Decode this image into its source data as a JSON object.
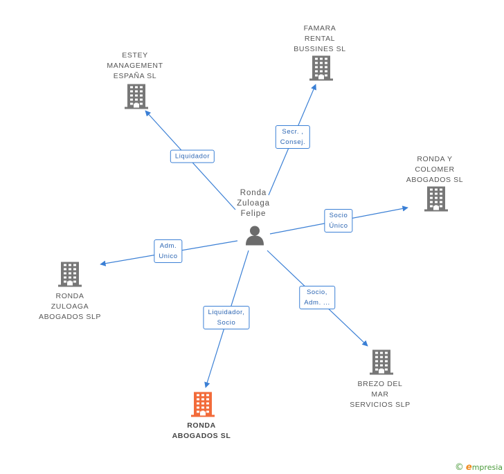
{
  "colors": {
    "edge": "#3a7fd5",
    "building": "#777777",
    "building_main": "#f26b3a",
    "person": "#6b6b6b"
  },
  "person": {
    "lines": [
      "Ronda",
      "Zuloaga",
      "Felipe"
    ],
    "icon": "person-icon"
  },
  "companies": [
    {
      "id": "estey",
      "lines": [
        "ESTEY",
        "MANAGEMENT",
        "ESPAÑA SL"
      ],
      "icon": "building-icon",
      "main": false
    },
    {
      "id": "famara",
      "lines": [
        "FAMARA",
        "RENTAL",
        "BUSSINES  SL"
      ],
      "icon": "building-icon",
      "main": false
    },
    {
      "id": "colomer",
      "lines": [
        "RONDA Y",
        "COLOMER",
        "ABOGADOS SL"
      ],
      "icon": "building-icon",
      "main": false
    },
    {
      "id": "zuloaga",
      "lines": [
        "RONDA",
        "ZULOAGA",
        "ABOGADOS SLP"
      ],
      "icon": "building-icon",
      "main": false
    },
    {
      "id": "brezo",
      "lines": [
        "BREZO DEL",
        "MAR",
        "SERVICIOS SLP"
      ],
      "icon": "building-icon",
      "main": false
    },
    {
      "id": "ronda",
      "lines": [
        "RONDA",
        "ABOGADOS SL"
      ],
      "icon": "building-icon",
      "main": true
    }
  ],
  "edges": [
    {
      "to": "estey",
      "lines": [
        "Liquidador"
      ]
    },
    {
      "to": "famara",
      "lines": [
        "Secr. ,",
        "Consej."
      ]
    },
    {
      "to": "colomer",
      "lines": [
        "Socio",
        "Único"
      ]
    },
    {
      "to": "zuloaga",
      "lines": [
        "Adm.",
        "Unico"
      ]
    },
    {
      "to": "ronda",
      "lines": [
        "Liquidador,",
        "Socio"
      ]
    },
    {
      "to": "brezo",
      "lines": [
        "Socio,",
        "Adm. ..."
      ]
    }
  ],
  "footer": {
    "copyright": "©",
    "brand_initial": "e",
    "brand_rest": "mpresia"
  }
}
